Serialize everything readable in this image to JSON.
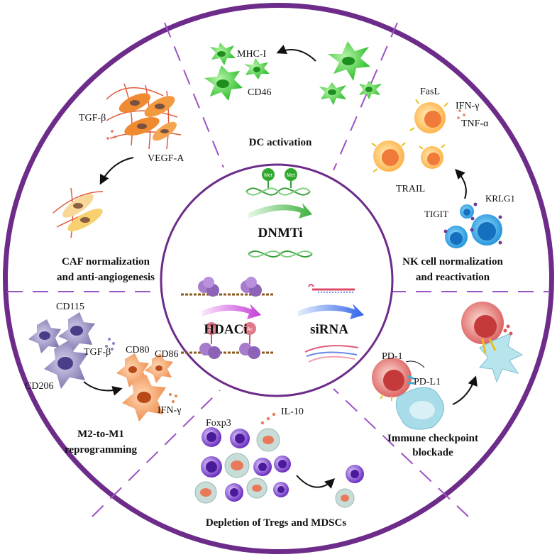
{
  "colors": {
    "ring": "#6d2c8a",
    "divider": "#8a3fb0",
    "dc_green": "#33cc33",
    "caf_orange": "#f07a20",
    "nk_orange": "#ffb347",
    "nk_blue": "#1e9be0",
    "macrophage_purple": "#8a82b8",
    "m1_orange": "#f29a5a",
    "treg_purple": "#7a3cc9",
    "mdsc_salmon": "#e8806a",
    "t_cell_red": "#e06a6a",
    "tumor_cyan": "#a8dce8"
  },
  "center": {
    "dnmti": "DNMTi",
    "hdaci": "HDACi",
    "sirna": "siRNA",
    "met_badge": "Met",
    "ac_badge": "Ac"
  },
  "sections": {
    "dc": {
      "title": "DC activation",
      "labels": [
        "MHC-I",
        "CD46"
      ]
    },
    "nk": {
      "title_line1": "NK cell normalization",
      "title_line2": "and reactivation",
      "labels": [
        "FasL",
        "IFN-γ",
        "TNF-α",
        "TRAIL",
        "KRLG1",
        "TIGIT"
      ]
    },
    "caf": {
      "title_line1": "CAF normalization",
      "title_line2": "and anti-angiogenesis",
      "labels": [
        "TGF-β",
        "VEGF-A"
      ]
    },
    "m2": {
      "title_line1": "M2-to-M1",
      "title_line2": "reprogramming",
      "labels": [
        "CD115",
        "TGF-β",
        "CD80",
        "CD86",
        "CD206",
        "IFN-γ"
      ]
    },
    "icb": {
      "title_line1": "Immune checkpoint",
      "title_line2": "blockade",
      "labels": [
        "PD-1",
        "PD-L1"
      ]
    },
    "treg": {
      "title": "Depletion of  Tregs and MDSCs",
      "labels": [
        "Foxp3",
        "IL-10"
      ]
    }
  }
}
